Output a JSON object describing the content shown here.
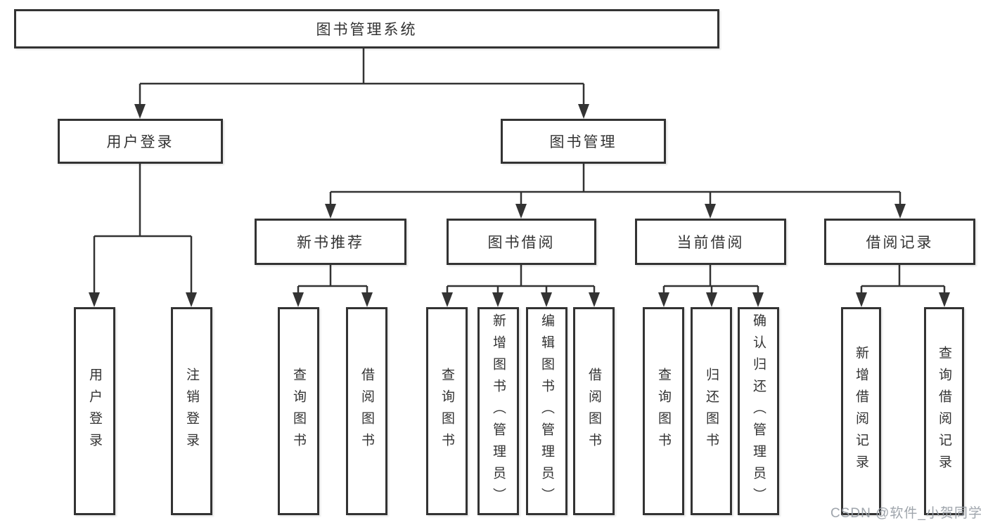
{
  "diagram_title": "图书管理系统",
  "tree": {
    "label": "图书管理系统",
    "children": [
      {
        "label": "用户登录",
        "children": [
          {
            "label": "用户登录"
          },
          {
            "label": "注销登录"
          }
        ]
      },
      {
        "label": "图书管理",
        "children": [
          {
            "label": "新书推荐",
            "children": [
              {
                "label": "查询图书"
              },
              {
                "label": "借阅图书"
              }
            ]
          },
          {
            "label": "图书借阅",
            "children": [
              {
                "label": "查询图书"
              },
              {
                "label": "新增图书（管理员）"
              },
              {
                "label": "编辑图书（管理员）"
              },
              {
                "label": "借阅图书"
              }
            ]
          },
          {
            "label": "当前借阅",
            "children": [
              {
                "label": "查询图书"
              },
              {
                "label": "归还图书"
              },
              {
                "label": "确认归还（管理员）"
              }
            ]
          },
          {
            "label": "借阅记录",
            "children": [
              {
                "label": "新增借阅记录"
              },
              {
                "label": "查询借阅记录"
              }
            ]
          }
        ]
      }
    ]
  },
  "watermark": "CSDN @软件_小贺同学",
  "colors": {
    "line": "#333333",
    "box_border": "#333333",
    "box_fill": "#ffffff",
    "text": "#333333",
    "background": "#ffffff",
    "watermark": "#9aa0a8"
  }
}
